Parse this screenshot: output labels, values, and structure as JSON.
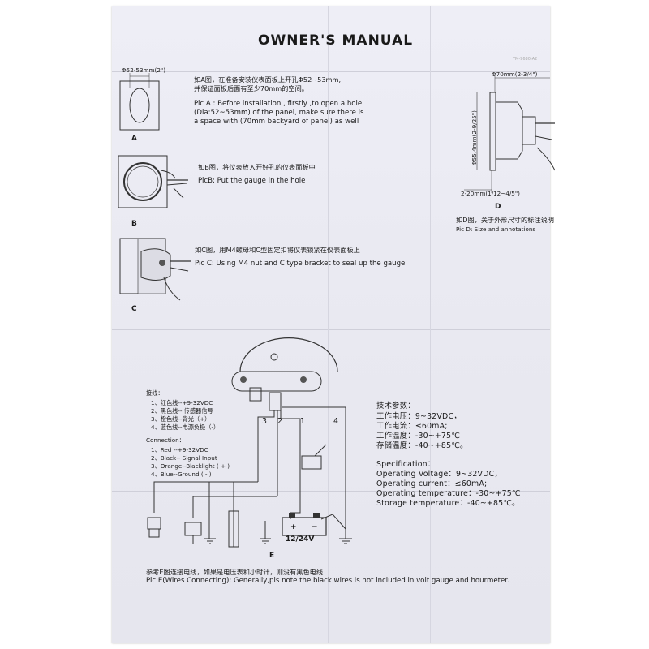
{
  "title": "OWNER'S MANUAL",
  "top_right_note": "TM-9680-A2",
  "pic_a": {
    "dim": "Φ52-53mm(2\")",
    "label": "A",
    "cn_line1": "如A图，在准备安装仪表面板上开孔Φ52~53mm,",
    "cn_line2": "并保证面板后面有至少70mm的空间。",
    "en_line1": "Pic A : Before installation , firstly ,to open a hole",
    "en_line2": "(Dia:52~53mm) of the panel, make sure there is",
    "en_line3": "a space with (70mm backyard of panel)  as well"
  },
  "pic_b": {
    "label": "B",
    "cn": "如B图，将仪表放入开好孔的仪表面板中",
    "en": "PicB: Put the gauge in the hole"
  },
  "pic_c": {
    "label": "C",
    "cn": "如C图，用M4螺母和C型固定扣将仪表锁紧在仪表面板上",
    "en": "Pic C: Using M4 nut and C type bracket to seal up the gauge"
  },
  "pic_d": {
    "label": "D",
    "dim_top": "Φ70mm(2-3/4\")",
    "dim_side": "Φ55.4mm(2-9/25\")",
    "dim_bottom": "2-20mm(1/12~4/5\")",
    "cn": "如D图，关于外形尺寸的标注说明",
    "en": "Pic D: Size and annotations"
  },
  "wiring_cn": {
    "heading": "接线：",
    "items": [
      "1、红色线--+9-32VDC",
      "2、黑色线-- 传感器信号",
      "3、橙色线--背光（+）",
      "4、蓝色线--电源负极（-）"
    ]
  },
  "wiring_en": {
    "heading": "Connection：",
    "items": [
      "1、Red --+9-32VDC",
      "2、Black-- Signal Input",
      "3、Orange--Blacklight ( + )",
      "4、Blue--Ground ( - )"
    ]
  },
  "wire_numbers": [
    "3",
    "2",
    "1",
    "4"
  ],
  "battery_label": "12/24V",
  "pic_e": {
    "label": "E",
    "cn": "参考E图连接电线，如果是电压表和小时计，则没有黑色电线",
    "en": "Pic E(Wires Connecting): Generally,pls note the black wires is not included in volt gauge and hourmeter."
  },
  "spec_cn": {
    "heading": "技术参数：",
    "items": [
      "工作电压：9~32VDC，",
      "工作电流：≤60mA;",
      "工作温度：-30~+75℃",
      "存储温度：-40~+85℃。"
    ]
  },
  "spec_en": {
    "heading": "Specification：",
    "items": [
      "Operating Voltage：9~32VDC，",
      "Operating current：≤60mA;",
      "Operating temperature：-30~+75℃",
      "Storage temperature：-40~+85℃。"
    ]
  }
}
